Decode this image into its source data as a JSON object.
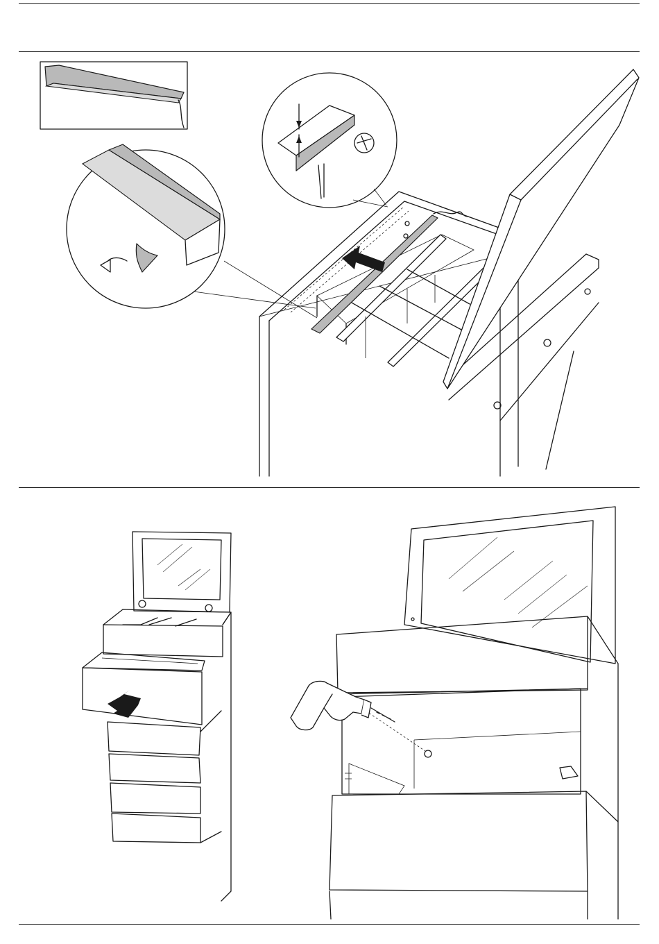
{
  "page": {
    "background": "#ffffff",
    "line_color": "#1a1a1a",
    "accent_gray": "#b9b9b9"
  },
  "steps": [
    {
      "id": "led-strip-install",
      "parts": [
        "led-strip",
        "adhesive-tape",
        "divider-tray",
        "mirror-lid"
      ],
      "icons": [
        "led-strip-icon",
        "peel-tape-arrow-icon",
        "insert-arrow-icon",
        "magnifier-callout-icon",
        "screw-head-icon"
      ]
    },
    {
      "id": "drawer-drill",
      "parts": [
        "vanity-cabinet",
        "drawer",
        "drill"
      ],
      "icons": [
        "pull-drawer-arrow-icon",
        "drill-icon"
      ]
    }
  ]
}
